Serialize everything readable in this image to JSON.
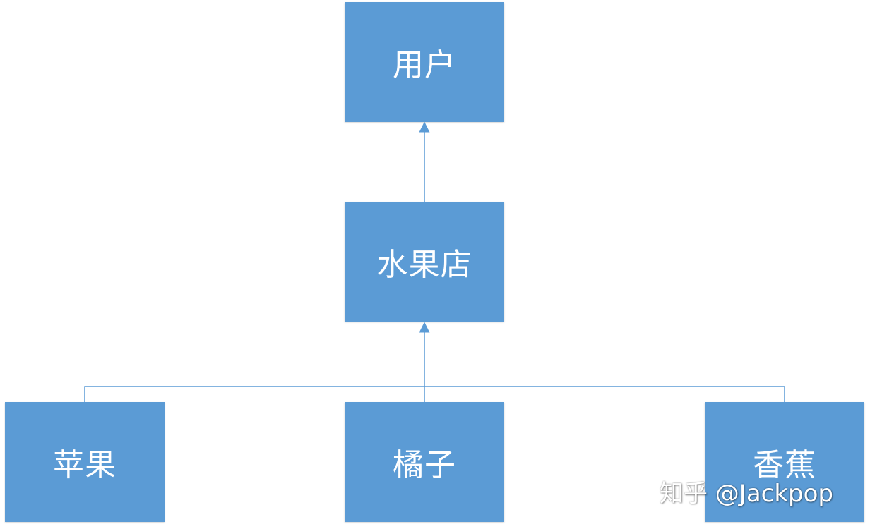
{
  "nodes": {
    "user": "用户",
    "fruit_store": "水果店",
    "apple": "苹果",
    "orange": "橘子",
    "banana": "香蕉"
  },
  "edges": [
    {
      "from": "fruit_store",
      "to": "user"
    },
    {
      "from": "apple",
      "to": "fruit_store"
    },
    {
      "from": "orange",
      "to": "fruit_store"
    },
    {
      "from": "banana",
      "to": "fruit_store"
    }
  ],
  "colors": {
    "node_fill": "#5b9bd5",
    "node_text": "#ffffff",
    "connector": "#5b9bd5"
  },
  "watermark": "知乎 @Jackpop"
}
